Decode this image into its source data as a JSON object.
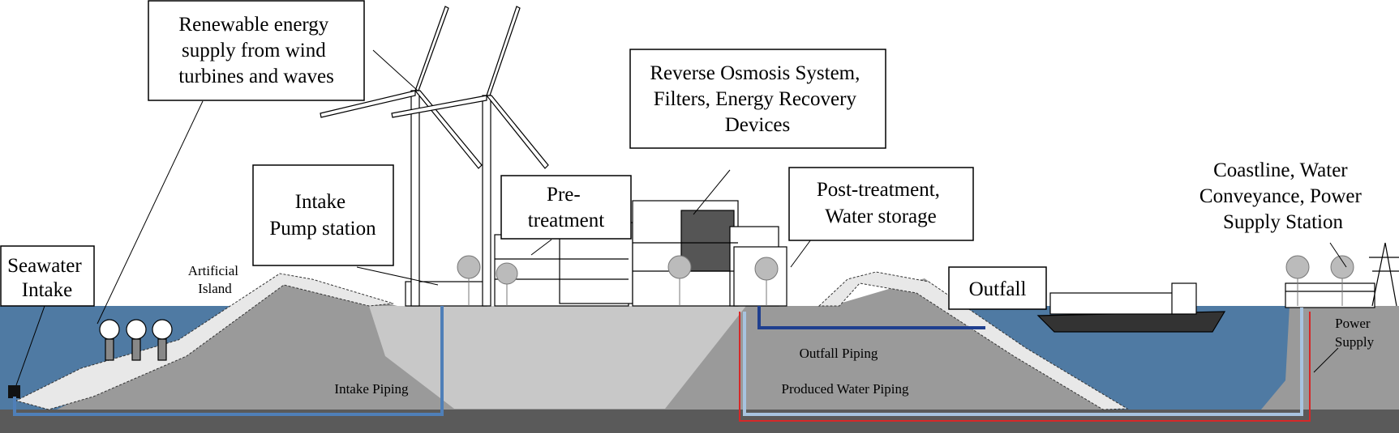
{
  "labels": {
    "renewable": [
      "Renewable energy",
      "supply from wind",
      "turbines and waves"
    ],
    "reverse_osmosis": [
      "Reverse Osmosis System,",
      "Filters, Energy Recovery",
      "Devices"
    ],
    "intake_pump": [
      "Intake",
      "Pump station"
    ],
    "pretreatment": [
      "Pre-",
      "treatment"
    ],
    "post_treatment": [
      "Post-treatment,",
      "Water storage"
    ],
    "coastline": [
      "Coastline, Water",
      "Conveyance, Power",
      "Supply Station"
    ],
    "seawater_intake": [
      "Seawater",
      "Intake"
    ],
    "artificial_island": [
      "Artificial",
      "Island"
    ],
    "outfall": "Outfall",
    "outfall_piping": "Outfall Piping",
    "intake_piping": "Intake Piping",
    "produced_water_piping": "Produced Water Piping",
    "power_supply": [
      "Power",
      "Supply"
    ]
  },
  "colors": {
    "sea": "#4f7aa3",
    "seabed": "#5a5a5a",
    "island_core": "#9a9a9a",
    "island_plateau": "#c8c8c8",
    "intake_pipe": "#4f7fb8",
    "outfall_pipe": "#1f3f8f",
    "produced_pipe": "#a8c4e0",
    "power_line": "#d62828"
  }
}
